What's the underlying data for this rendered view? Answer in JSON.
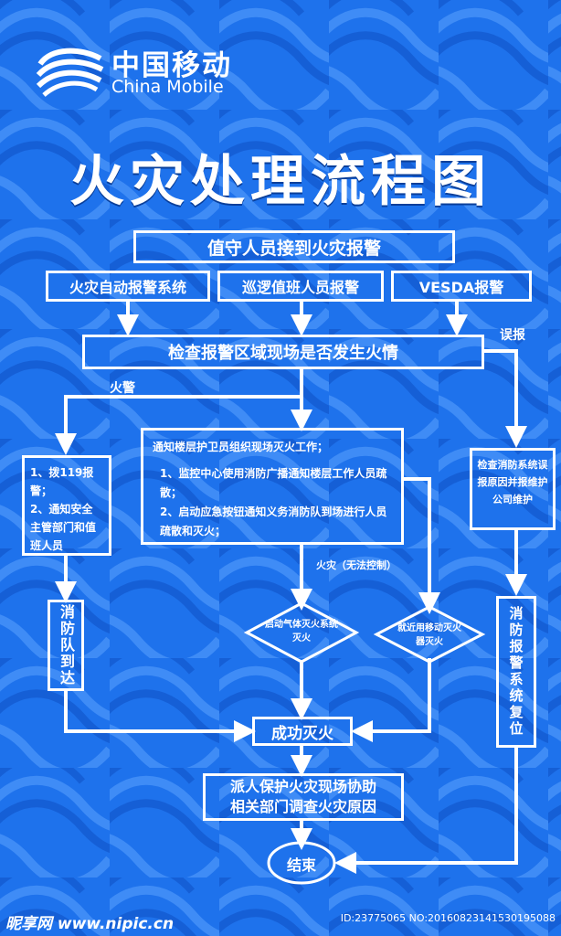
{
  "brand": {
    "cn": "中国移动",
    "en": "China Mobile"
  },
  "title": "火灾处理流程图",
  "nodes": {
    "start": "值守人员接到火灾报警",
    "src1": "火灾自动报警系统",
    "src2": "巡逻值班人员报警",
    "src3": "VESDA报警",
    "check": "检查报警区域现场是否发生火情",
    "left_box": [
      "1、拨119报警；",
      "2、通知安全主管部门和值班人员"
    ],
    "center_box": {
      "head": "通知楼层护卫员组织现场灭火工作；",
      "items": [
        "1、监控中心使用消防广播通知楼层工作人员疏散；",
        "2、启动应急按钮通知义务消防队到场进行人员疏散和灭火；"
      ]
    },
    "right_box": "检查消防系统误报原因并报维护公司维护",
    "fire_team": "消防队到达",
    "gas_system": "启动气体灭火系统灭火",
    "extinguisher": "就近用移动灭火器灭火",
    "reset": "消防报警系统复位",
    "success": "成功灭火",
    "assist": [
      "派人保护火灾现场协助",
      "相关部门调查火灾原因"
    ],
    "end": "结束"
  },
  "edge_labels": {
    "false_alarm": "误报",
    "fire_alarm": "火警",
    "uncontrolled": "火灾（无法控制）"
  },
  "footer": {
    "site": "昵享网 www.nipic.cn",
    "id": "ID:23775065 NO:20160823141530195088"
  },
  "colors": {
    "background": "#1e72ec",
    "stroke": "#ffffff"
  }
}
